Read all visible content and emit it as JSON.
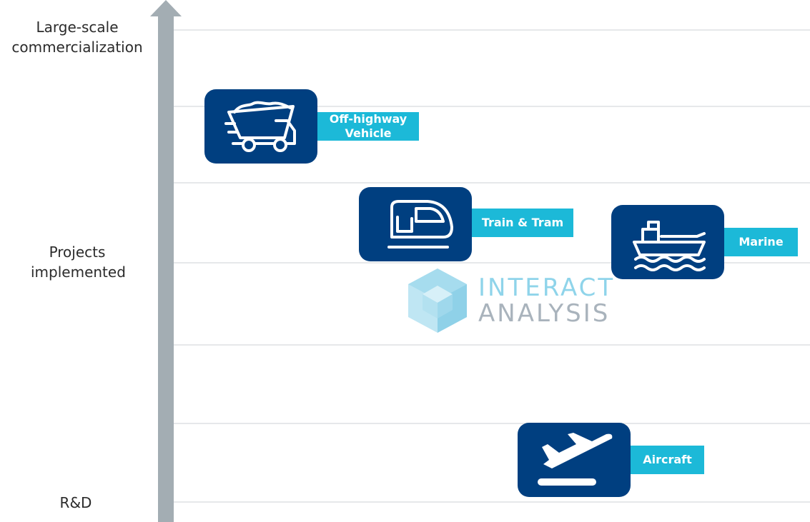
{
  "axis": {
    "levels": [
      {
        "label": "Large-scale commercialization"
      },
      {
        "label": "Projects implemented"
      },
      {
        "label": "R&D"
      }
    ]
  },
  "items": [
    {
      "name": "Off-highway Vehicle",
      "icon": "dump-truck-icon"
    },
    {
      "name": "Train & Tram",
      "icon": "train-icon"
    },
    {
      "name": "Marine",
      "icon": "ship-icon"
    },
    {
      "name": "Aircraft",
      "icon": "airplane-takeoff-icon"
    }
  ],
  "watermark": {
    "line1": "INTERACT",
    "line2": "ANALYSIS"
  },
  "colors": {
    "icon_box": "#003f80",
    "tag": "#1cb9d8",
    "axis": "#a3adb3",
    "watermark_blue": "#8fd4ea",
    "watermark_gray": "#a9b3bc"
  }
}
